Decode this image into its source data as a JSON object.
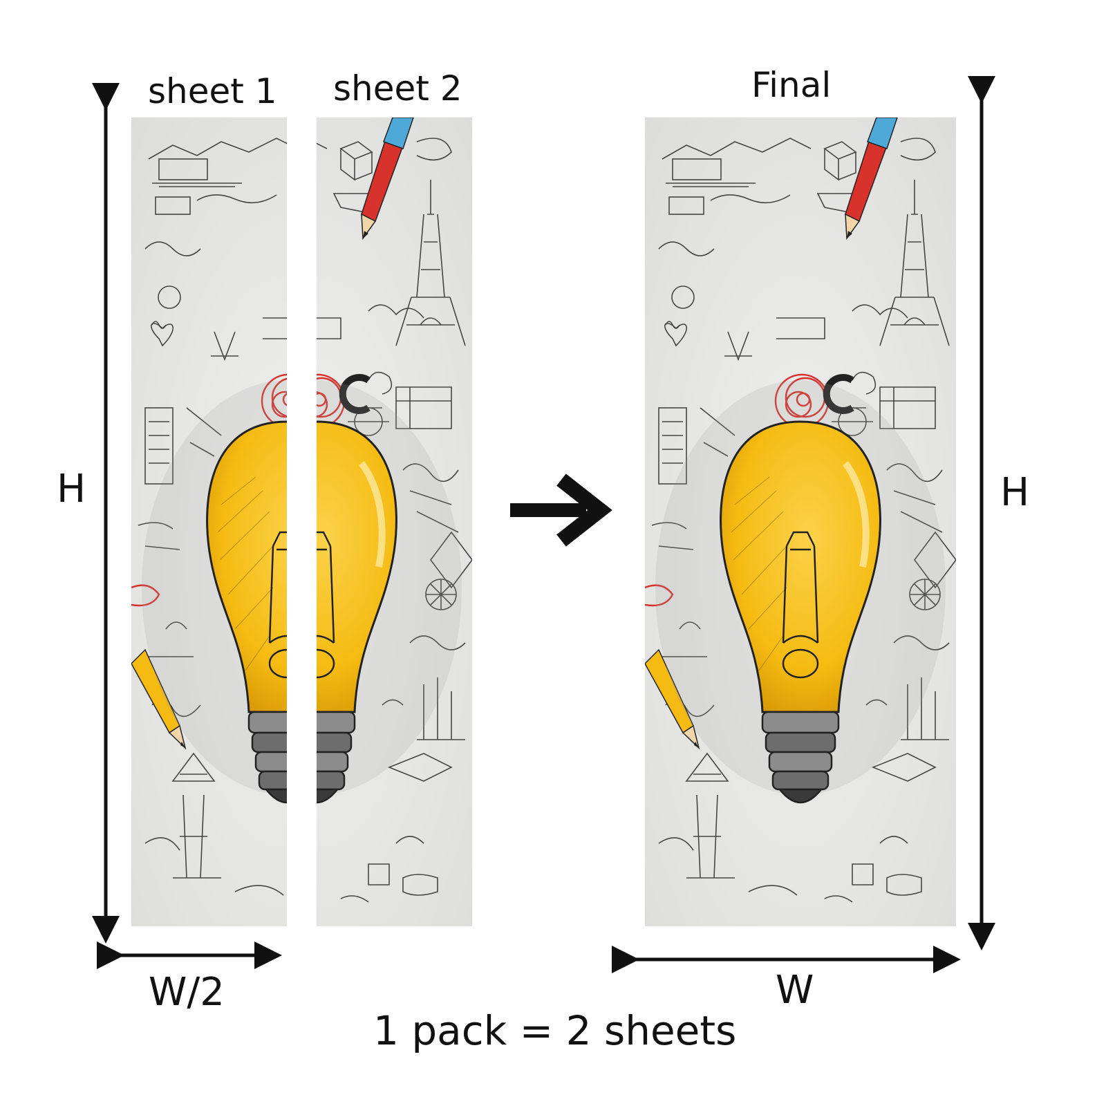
{
  "labels": {
    "sheet1": "sheet 1",
    "sheet2": "sheet 2",
    "final": "Final",
    "height_left": "H",
    "height_right": "H",
    "half_width": "W/2",
    "full_width": "W",
    "pack_note": "1 pack = 2 sheets"
  },
  "artwork": {
    "subject": "light-bulb-sketch",
    "colors": {
      "background": "#e4e4e2",
      "bulb": "#f7c21a",
      "bulb_shade": "#d99d07",
      "ink": "#222222",
      "pencil_red": "#d8322c",
      "pencil_blue": "#4fa9d8",
      "scribble_red": "#d8322c"
    }
  },
  "colors": {
    "text": "#111111",
    "arrow": "#111111"
  }
}
